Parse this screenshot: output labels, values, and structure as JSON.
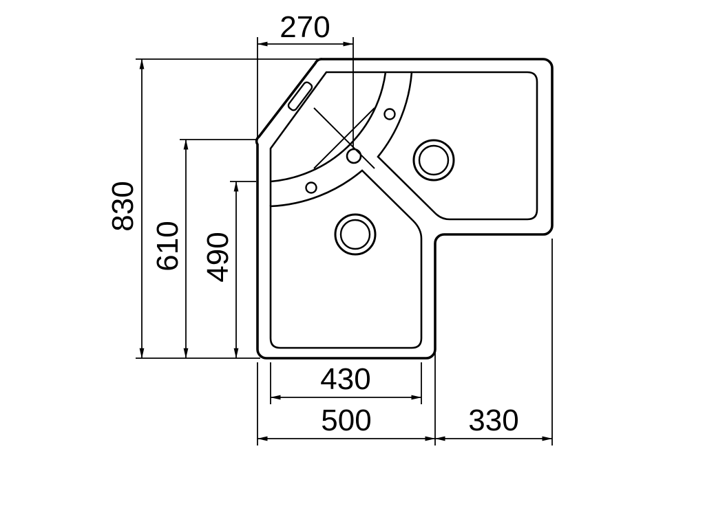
{
  "drawing": {
    "type": "corner-sink-top-view-dimensioned",
    "colors": {
      "line": "#000000",
      "background": "#ffffff"
    },
    "dims": {
      "faucet_offset_top": "270",
      "overall_height": "830",
      "left_height_to_chamfer": "610",
      "bowl_section_height": "490",
      "bowl_inner_width": "430",
      "bottom_arm_width": "500",
      "right_arm_width": "330"
    }
  }
}
